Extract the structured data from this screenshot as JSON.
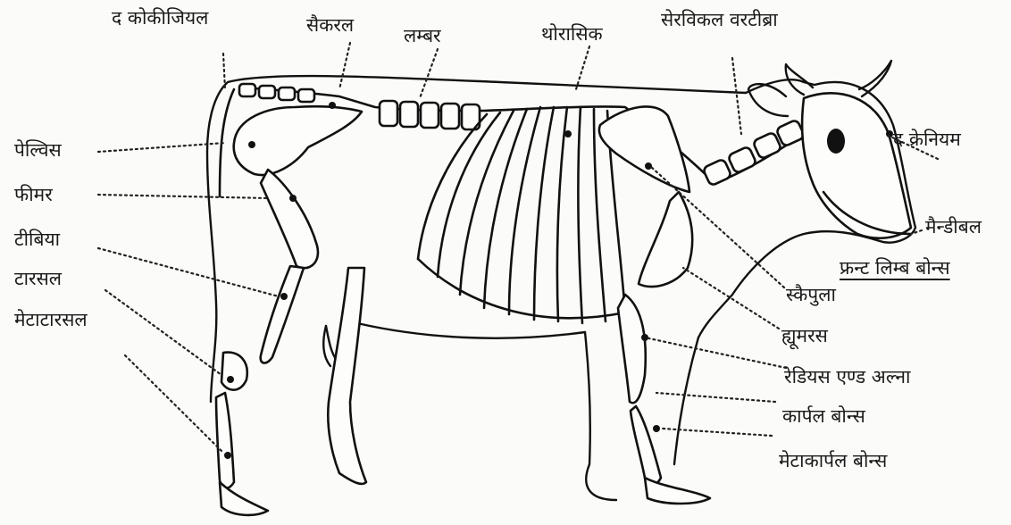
{
  "labels": {
    "coccygeal": "द कोकीजियल",
    "sacral": "सैकरल",
    "lumbar": "लम्बर",
    "thoracic": "थोरासिक",
    "cervical": "सेरविकल वरटीब्रा",
    "pelvis": "पेल्विस",
    "femur": "फीमर",
    "tibia": "टीबिया",
    "tarsal": "टारसल",
    "metatarsal": "मेटाटारसल",
    "cranium": "द क्रेनियम",
    "mandible": "मैन्डीबल",
    "front_limb": "फ्रन्ट लिम्ब बोन्स",
    "scapula": "स्कैपुला",
    "humerus": "ह्यूमरस",
    "radius_ulna": "रेडियस एण्ड अल्ना",
    "carpal": "कार्पल बोन्स",
    "metacarpal": "मेटाकार्पल बोन्स"
  },
  "colors": {
    "ink": "#111111",
    "background": "#fbfbf9"
  }
}
